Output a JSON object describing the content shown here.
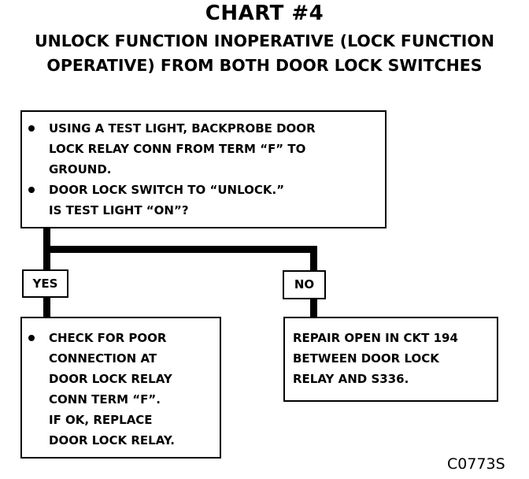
{
  "title": "CHART #4",
  "subtitle_line_1": "UNLOCK FUNCTION INOPERATIVE (LOCK FUNCTION",
  "subtitle_line_2": "OPERATIVE) FROM BOTH DOOR LOCK SWITCHES",
  "question_box": {
    "bullet_1_lines": [
      "USING A TEST LIGHT, BACKPROBE DOOR",
      "LOCK RELAY CONN FROM TERM “F” TO",
      "GROUND."
    ],
    "bullet_2_lines": [
      "DOOR LOCK SWITCH TO “UNLOCK.”",
      "IS TEST LIGHT “ON”?"
    ]
  },
  "yes_label": "YES",
  "no_label": "NO",
  "yes_action_lines": [
    "CHECK FOR POOR",
    "CONNECTION AT",
    "DOOR LOCK RELAY",
    "CONN TERM “F”.",
    "IF OK, REPLACE",
    "DOOR LOCK RELAY."
  ],
  "no_action_lines": [
    "REPAIR OPEN IN CKT 194",
    "BETWEEN DOOR LOCK",
    "RELAY AND S336."
  ],
  "figure_code": "C0773S"
}
